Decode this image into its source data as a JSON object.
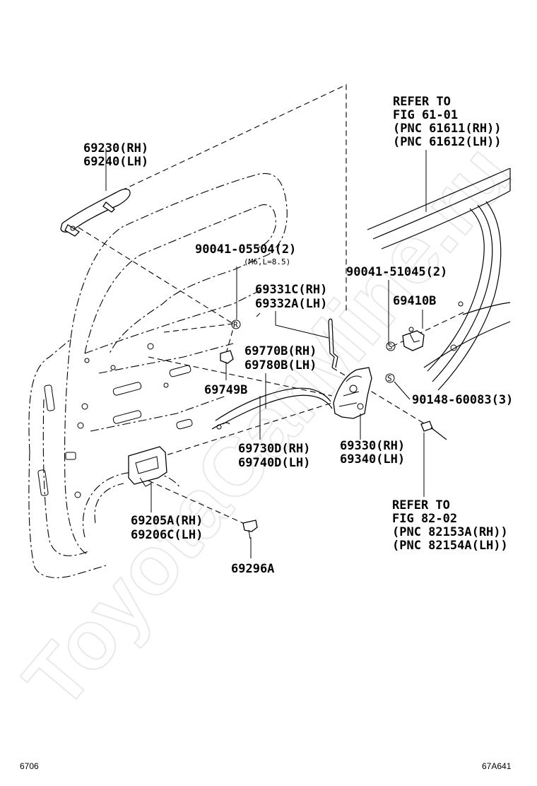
{
  "watermark": "ToyotaCarMine.ru",
  "labels": {
    "refer_fig61": [
      "REFER TO",
      "FIG 61-01",
      "(PNC 61611(RH))",
      "(PNC 61612(LH))"
    ],
    "outside_handle": [
      "69230(RH)",
      "69240(LH)"
    ],
    "bolt_90041_05504": "90041-05504(2)",
    "bolt_spec": "(M6,L=8.5)",
    "bolt_90041_51045": "90041-51045(2)",
    "rod": [
      "69331C(RH)",
      "69332A(LH)"
    ],
    "striker": "69410B",
    "cable_upper": [
      "69770B(RH)",
      "69780B(LH)"
    ],
    "clip": "69749B",
    "screw_90148": "90148-60083(3)",
    "cable_lower": [
      "69730D(RH)",
      "69740D(LH)"
    ],
    "lock": [
      "69330(RH)",
      "69340(LH)"
    ],
    "inside_handle": [
      "69205A(RH)",
      "69206C(LH)"
    ],
    "refer_fig82": [
      "REFER TO",
      "FIG 82-02",
      "(PNC 82153A(RH))",
      "(PNC 82154A(LH))"
    ],
    "screw_69296": "69296A"
  },
  "footer": {
    "left": "6706",
    "right": "67A641"
  }
}
